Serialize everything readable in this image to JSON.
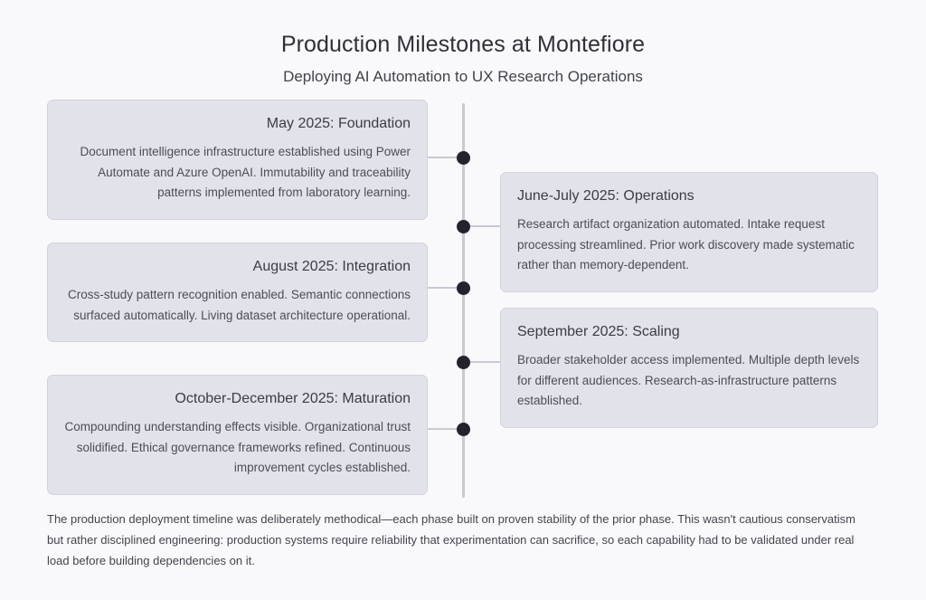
{
  "header": {
    "title": "Production Milestones at Montefiore",
    "subtitle": "Deploying AI Automation to UX Research Operations"
  },
  "colors": {
    "background": "#f9f9fb",
    "card_background": "#e2e2ea",
    "card_border": "#d2d2de",
    "axis": "#c9c8d4",
    "node": "#23222e",
    "title_text": "#2f3038",
    "body_text": "#4c4d57"
  },
  "timeline": {
    "milestones": [
      {
        "side": "left",
        "title": "May 2025: Foundation",
        "body": "Document intelligence infrastructure established using Power Automate and Azure OpenAI. Immutability and traceability patterns implemented from laboratory learning."
      },
      {
        "side": "right",
        "title": "June-July 2025: Operations",
        "body": "Research artifact organization automated. Intake request processing streamlined. Prior work discovery made systematic rather than memory-dependent."
      },
      {
        "side": "left",
        "title": "August 2025: Integration",
        "body": "Cross-study pattern recognition enabled. Semantic connections surfaced automatically. Living dataset architecture operational."
      },
      {
        "side": "right",
        "title": "September 2025: Scaling",
        "body": "Broader stakeholder access implemented. Multiple depth levels for different audiences. Research-as-infrastructure patterns established."
      },
      {
        "side": "left",
        "title": "October-December 2025: Maturation",
        "body": "Compounding understanding effects visible. Organizational trust solidified. Ethical governance frameworks refined. Continuous improvement cycles established."
      }
    ]
  },
  "footnote": {
    "text": "The production deployment timeline was deliberately methodical—each phase built on proven stability of the prior phase. This wasn't cautious conservatism but rather disciplined engineering: production systems require reliability that experimentation can sacrifice, so each capability had to be validated under real load before building dependencies on it."
  }
}
